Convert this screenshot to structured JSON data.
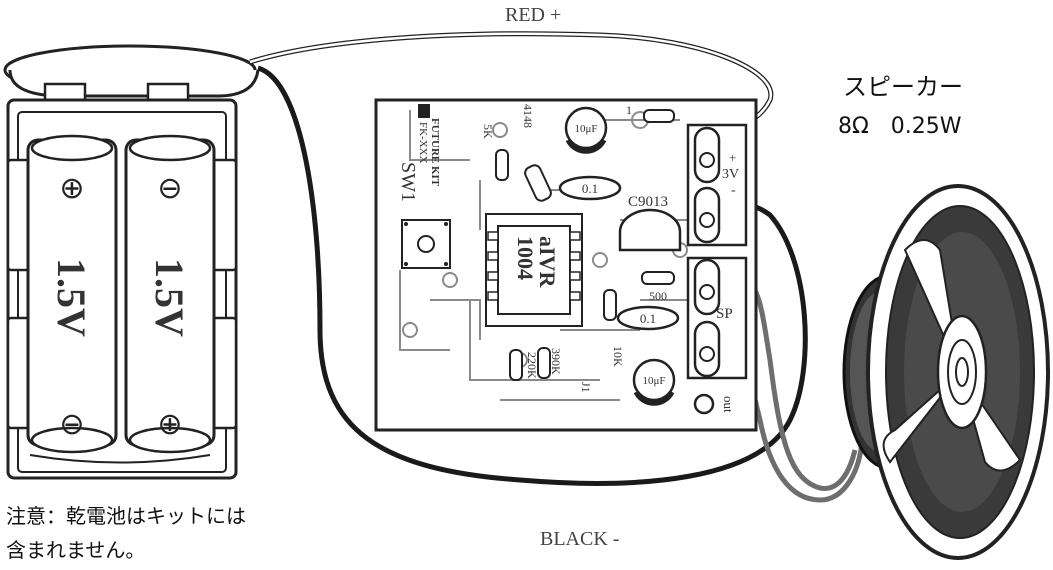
{
  "wires": {
    "red": "RED +",
    "black": "BLACK -"
  },
  "speaker": {
    "name": "スピーカー",
    "spec": "8Ω　0.25W"
  },
  "battery": {
    "cell_voltage": "1.5V",
    "plus": "⊕",
    "minus": "⊖"
  },
  "note": {
    "line1": "注意：乾電池はキットには",
    "line2": "含まれません。"
  },
  "board": {
    "brand": "FUTURE KIT",
    "model": "FK-XXX",
    "switch": "SW1",
    "ic": [
      "aIVR",
      "1004"
    ],
    "transistor": "C9013",
    "terminals": {
      "power": "3V",
      "plus": "+",
      "minus": "-",
      "speaker": "SP",
      "out": "out"
    },
    "components": {
      "cap_top": "10μF",
      "cap_bottom": "10μF",
      "diode": "4148",
      "r_5k": "5K",
      "r_1": "1",
      "cap_01_a": "0.1",
      "cap_01_b": "0.1",
      "r_500": "500",
      "r_10k": "10K",
      "r_390k": "390K",
      "r_220k": "220K",
      "j1": "J1"
    }
  },
  "colors": {
    "red_wire": "#c9c9c9",
    "black_wire": "#1a1a1a",
    "speaker_wire": "#6e6e6e",
    "board_trace": "#8a8a8a"
  }
}
